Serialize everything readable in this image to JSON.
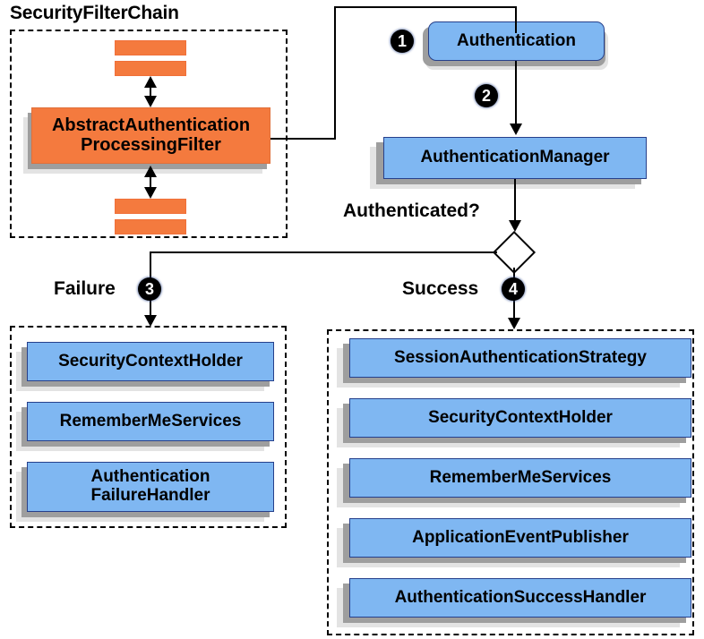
{
  "diagram": {
    "title_visible": "SecurityFilterChain",
    "colors": {
      "node_blue_fill": "#7FB7F2",
      "node_blue_border": "#26408B",
      "node_orange_fill": "#F47A3E",
      "shadow_dark": "#9E9E9E",
      "shadow_light": "#E3E3E3",
      "stroke": "#000000",
      "background": "#FFFFFF"
    }
  },
  "filter_chain": {
    "title": "SecurityFilterChain",
    "filter_node": "AbstractAuthentication\nProcessingFilter",
    "filter_node_line1": "AbstractAuthentication",
    "filter_node_line2": "ProcessingFilter",
    "placeholder_bars": [
      "filter-bar-1",
      "filter-bar-2",
      "filter-bar-3",
      "filter-bar-4"
    ]
  },
  "flow": {
    "authentication_node": "Authentication",
    "authentication_manager_node": "AuthenticationManager",
    "decision_label": "Authenticated?",
    "failure_label": "Failure",
    "success_label": "Success",
    "steps": {
      "one": "❶",
      "two": "❷",
      "three": "❸",
      "four": "❹"
    },
    "step_numbers": {
      "one": "1",
      "two": "2",
      "three": "3",
      "four": "4"
    }
  },
  "failure_branch": {
    "nodes": [
      {
        "label": "SecurityContextHolder",
        "lines": [
          "SecurityContextHolder"
        ]
      },
      {
        "label": "RememberMeServices",
        "lines": [
          "RememberMeServices"
        ]
      },
      {
        "label": "AuthenticationFailureHandler",
        "lines": [
          "Authentication",
          "FailureHandler"
        ]
      }
    ]
  },
  "success_branch": {
    "nodes": [
      {
        "label": "SessionAuthenticationStrategy"
      },
      {
        "label": "SecurityContextHolder"
      },
      {
        "label": "RememberMeServices"
      },
      {
        "label": "ApplicationEventPublisher"
      },
      {
        "label": "AuthenticationSuccessHandler"
      }
    ]
  }
}
